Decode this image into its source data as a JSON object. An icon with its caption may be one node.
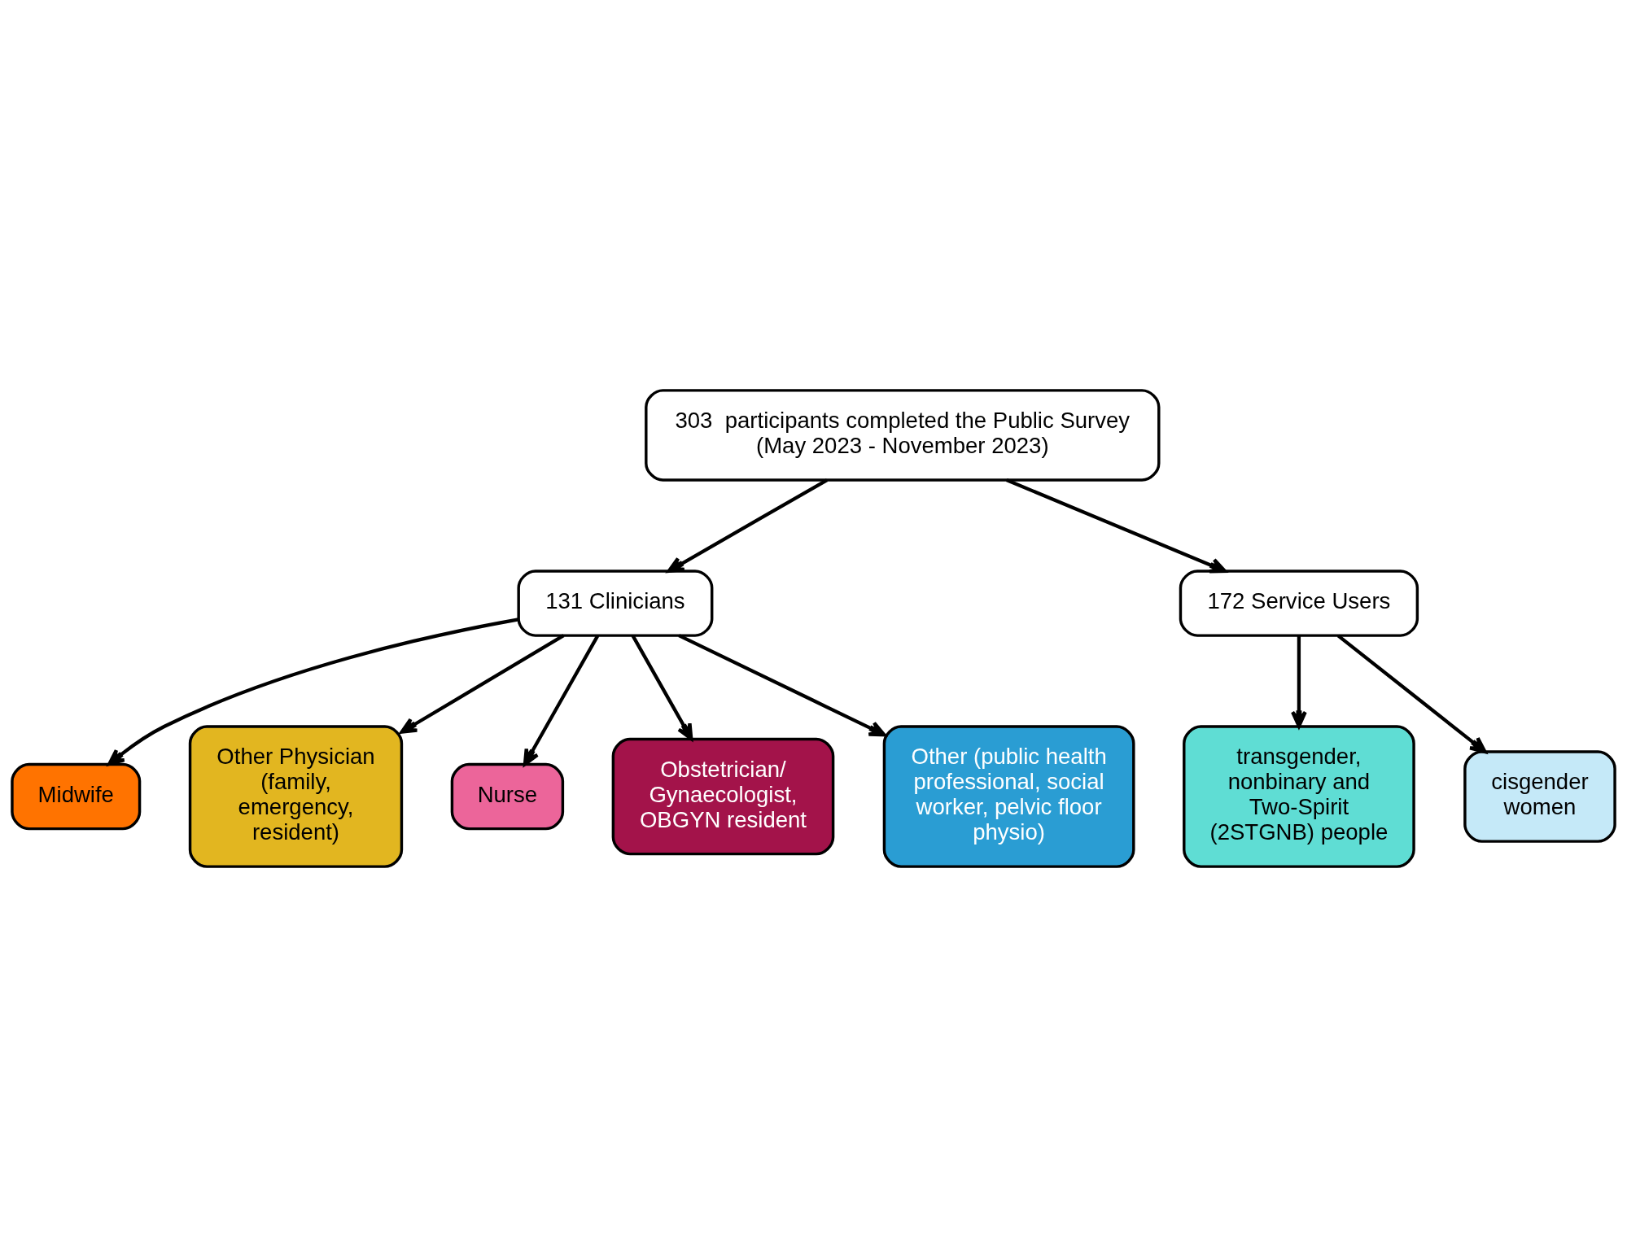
{
  "diagram": {
    "nodes": [
      {
        "text": [
          "303  participants completed the Public Survey (May 2023 - November 2023)"
        ]
      },
      {
        "text": [
          "131 Clinicians"
        ]
      },
      {
        "text": [
          "172 Service Users"
        ]
      },
      {
        "text": [
          "Midwife"
        ]
      },
      {
        "text": [
          "Other Physician (family, emergency, resident)"
        ]
      },
      {
        "text": [
          "Nurse"
        ]
      },
      {
        "text": [
          "Obstetrician/ Gynaecologist, OBGYN resident"
        ]
      },
      {
        "text": [
          "Other (public health professional, social worker, pelvic floor physio)"
        ]
      },
      {
        "text": [
          "transgender, nonbinary and Two-Spirit (2STGNB) people"
        ]
      },
      {
        "text": [
          "cisgender women"
        ]
      }
    ],
    "edges": [
      {
        "from": 0,
        "to": 1,
        "arrow": "to"
      },
      {
        "from": 0,
        "to": 2,
        "arrow": "to"
      },
      {
        "from": 1,
        "to": 3,
        "arrow": "to"
      },
      {
        "from": 1,
        "to": 4,
        "arrow": "to"
      },
      {
        "from": 1,
        "to": 5,
        "arrow": "to"
      },
      {
        "from": 1,
        "to": 6,
        "arrow": "to"
      },
      {
        "from": 1,
        "to": 7,
        "arrow": "to"
      },
      {
        "from": 2,
        "to": 8,
        "arrow": "to"
      },
      {
        "from": 2,
        "to": 9,
        "arrow": "to"
      }
    ]
  }
}
